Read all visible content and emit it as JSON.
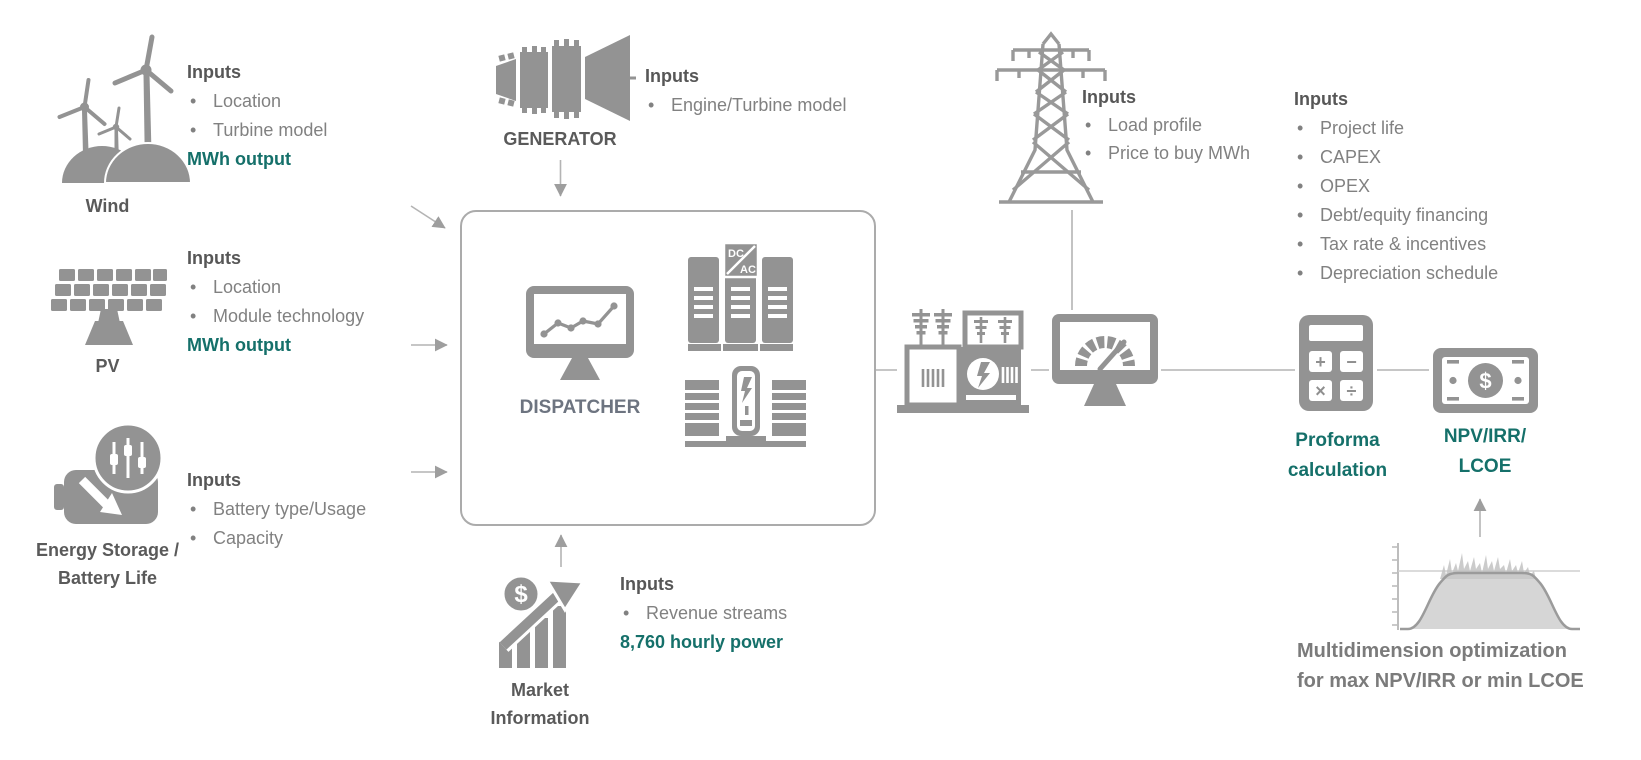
{
  "colors": {
    "icon_gray": "#939393",
    "accent_teal": "#15706a",
    "heading_gray": "#575757",
    "body_gray": "#818181",
    "connector_gray": "#b4b4b4"
  },
  "glyphs": {
    "bullet": "•",
    "dollar": "$",
    "plus": "+",
    "minus": "−",
    "times": "×",
    "divide": "÷"
  },
  "nodes": {
    "wind": {
      "label": "Wind",
      "inputs_title": "Inputs",
      "items": [
        "Location",
        "Turbine model"
      ],
      "output": "MWh output"
    },
    "pv": {
      "label": "PV",
      "inputs_title": "Inputs",
      "items": [
        "Location",
        "Module technology"
      ],
      "output": "MWh output"
    },
    "storage": {
      "label_line1": "Energy Storage /",
      "label_line2": "Battery Life",
      "inputs_title": "Inputs",
      "items": [
        "Battery type/Usage",
        "Capacity"
      ]
    },
    "generator": {
      "label": "GENERATOR",
      "inputs_title": "Inputs",
      "items": [
        "Engine/Turbine model"
      ]
    },
    "dispatcher": {
      "label": "DISPATCHER",
      "dc_label": "DC",
      "ac_label": "AC"
    },
    "market": {
      "label_line1": "Market",
      "label_line2": "Information",
      "inputs_title": "Inputs",
      "items": [
        "Revenue streams"
      ],
      "output": "8,760 hourly power"
    },
    "grid": {
      "inputs_title": "Inputs",
      "items": [
        "Load profile",
        "Price to buy MWh"
      ]
    },
    "financial": {
      "inputs_title": "Inputs",
      "items": [
        "Project life",
        "CAPEX",
        "OPEX",
        "Debt/equity financing",
        "Tax rate & incentives",
        "Depreciation schedule"
      ]
    },
    "proforma": {
      "label_line1": "Proforma",
      "label_line2": "calculation"
    },
    "results": {
      "label_line1": "NPV/IRR/",
      "label_line2": "LCOE"
    },
    "optimization": {
      "caption_line1": "Multidimension optimization",
      "caption_line2": "for max NPV/IRR or min LCOE"
    }
  }
}
